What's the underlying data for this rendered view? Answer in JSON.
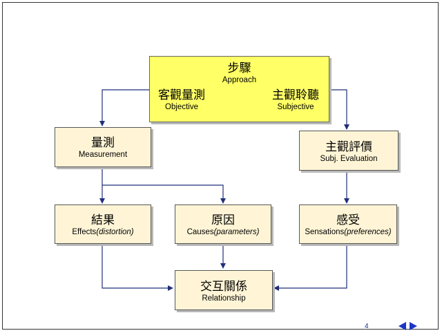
{
  "approach": {
    "zh": "步驟",
    "en": "Approach"
  },
  "objective": {
    "zh": "客觀量測",
    "en": "Objective"
  },
  "subjective": {
    "zh": "主觀聆聽",
    "en": "Subjective"
  },
  "measurement": {
    "zh": "量測",
    "en": "Measurement"
  },
  "evaluation": {
    "zh": "主觀評價",
    "en": "Subj. Evaluation"
  },
  "effects": {
    "zh": "結果",
    "en_main": "Effects",
    "en_paren": "(distortion)"
  },
  "causes": {
    "zh": "原因",
    "en_main": "Causes",
    "en_paren": "(parameters)"
  },
  "sensations": {
    "zh": "感受",
    "en_main": "Sensations",
    "en_paren": "(preferences)"
  },
  "relationship": {
    "zh": "交互關係",
    "en": "Relationship"
  },
  "page_number": "4",
  "colors": {
    "approach_fill": "#ffff66",
    "box_fill": "#fff5d6",
    "arrow": "#1f2f7a",
    "nav": "#1a36c8"
  }
}
